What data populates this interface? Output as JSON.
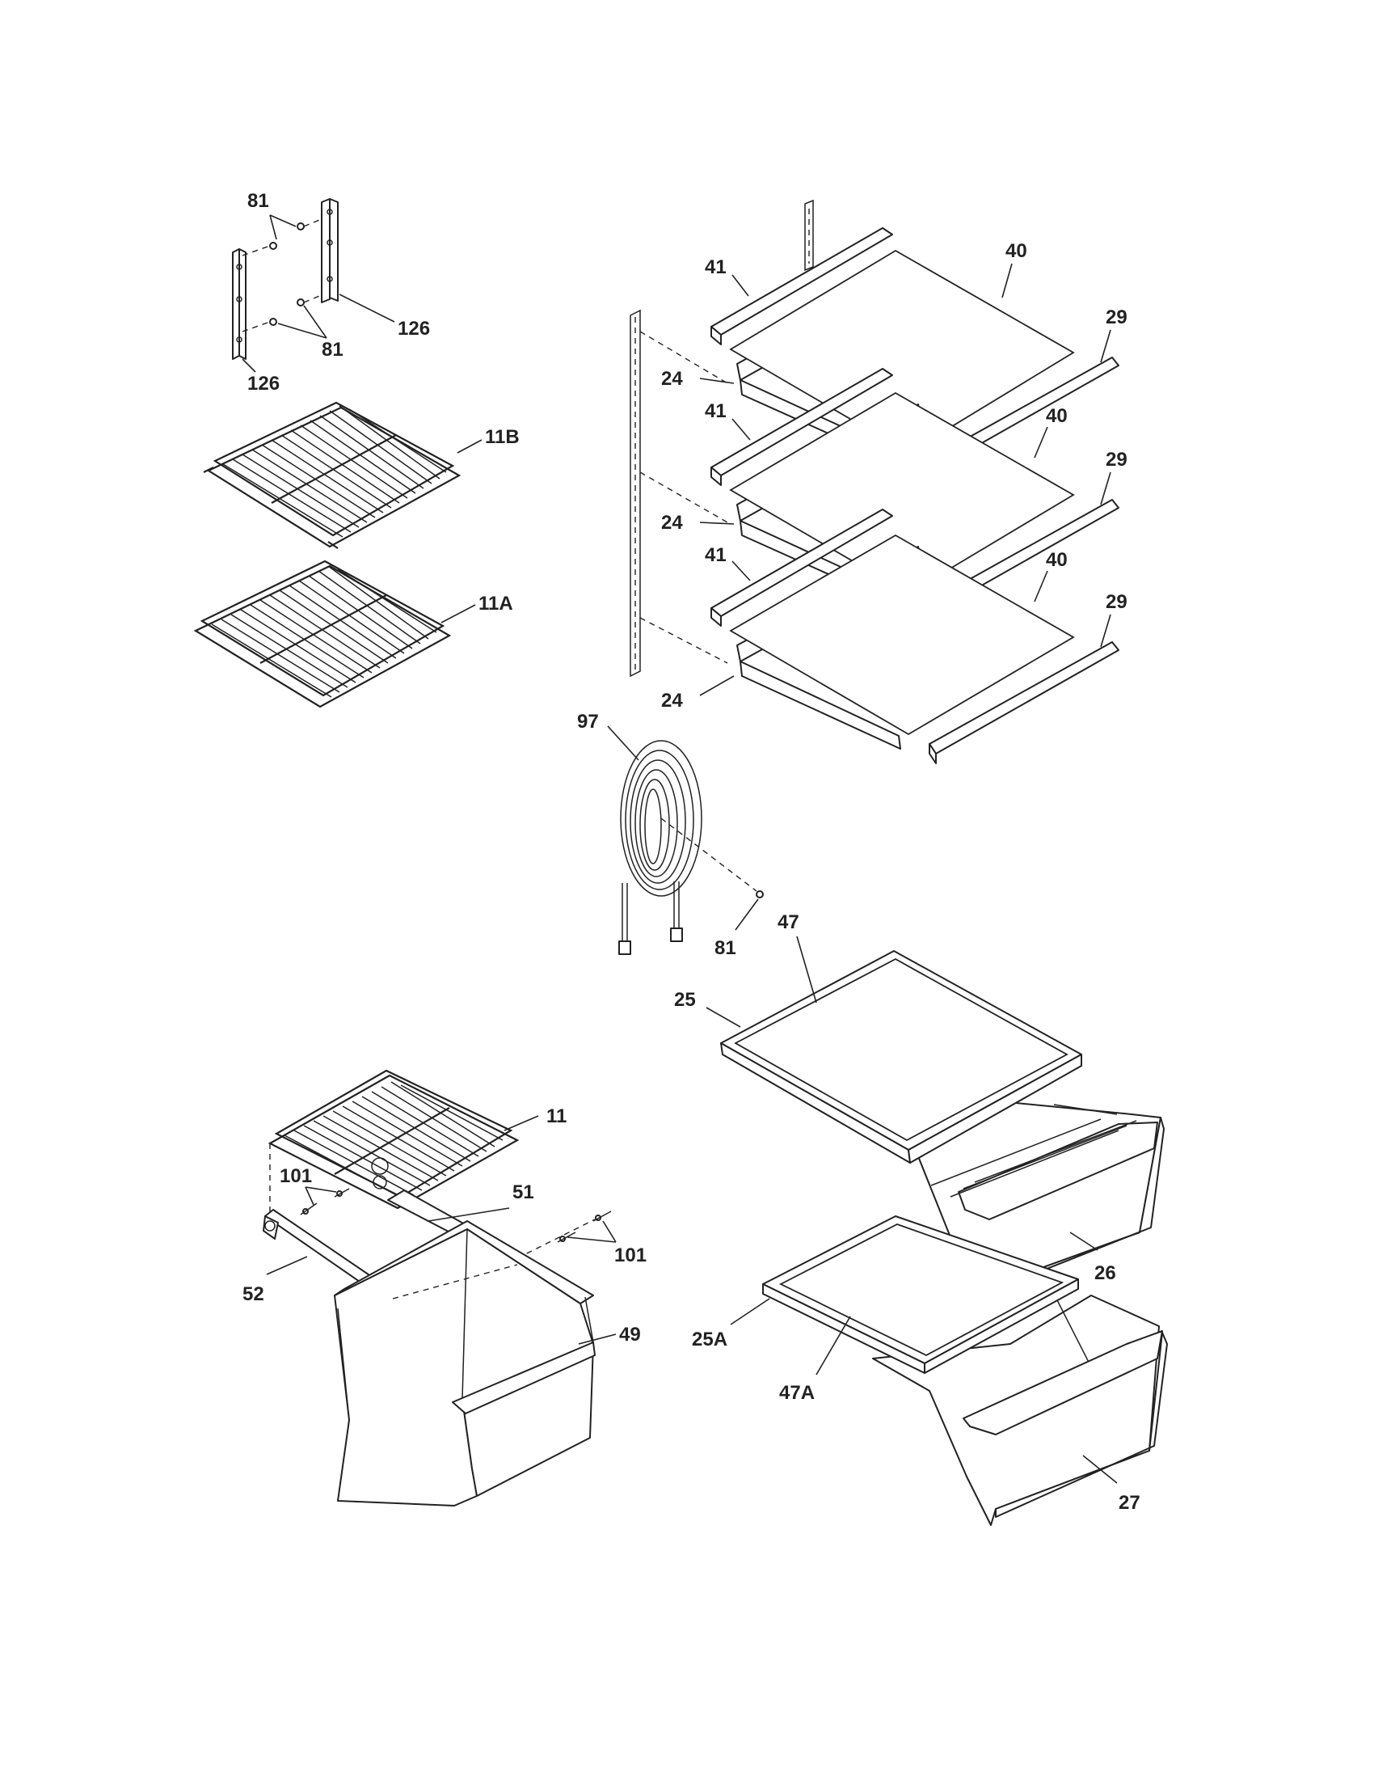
{
  "callouts": {
    "c81_top": "81",
    "c81_mid": "81",
    "c81_coil": "81",
    "c126_right": "126",
    "c126_left": "126",
    "c11B": "11B",
    "c11A": "11A",
    "c41_a": "41",
    "c41_b": "41",
    "c41_c": "41",
    "c40_a": "40",
    "c40_b": "40",
    "c40_c": "40",
    "c29_a": "29",
    "c29_b": "29",
    "c29_c": "29",
    "c24_a": "24",
    "c24_b": "24",
    "c24_c": "24",
    "c97": "97",
    "c47": "47",
    "c25": "25",
    "c26": "26",
    "c25A": "25A",
    "c47A": "47A",
    "c27": "27",
    "c11": "11",
    "c101_left": "101",
    "c101_right": "101",
    "c51": "51",
    "c52": "52",
    "c49": "49"
  },
  "colors": {
    "line": "#222222",
    "background": "#ffffff"
  }
}
